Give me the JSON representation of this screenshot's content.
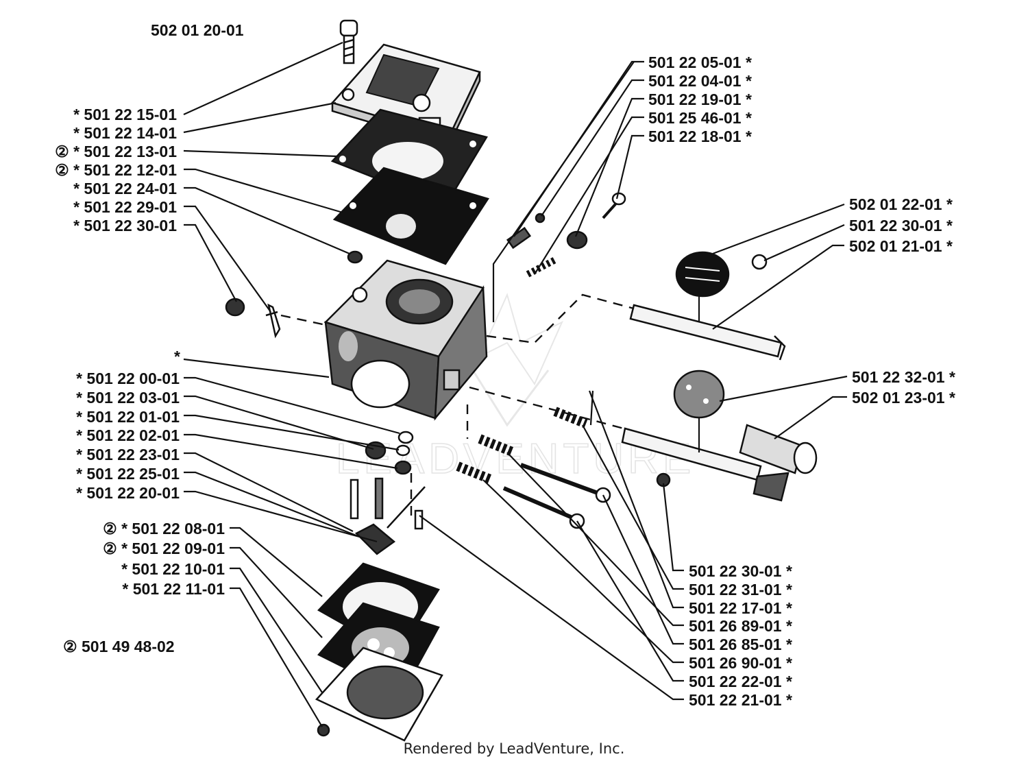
{
  "diagram": {
    "kit_top": "502 01 20-01",
    "kit_bottom": "② 501 49 48-02",
    "footer": "Rendered by LeadVenture, Inc.",
    "watermark": "LEADVENTURE",
    "left_labels": [
      "*  501 22 15-01",
      "*  501 22 14-01",
      "②  *  501 22 13-01",
      "②  *  501 22 12-01",
      "*  501 22 24-01",
      "*  501 22 29-01",
      "*  501 22 30-01"
    ],
    "body_star": "*",
    "left_mid_labels": [
      "*  501 22 00-01",
      "*  501 22 03-01",
      "*  501 22 01-01",
      "*  501 22 02-01",
      "*  501 22 23-01",
      "*  501 22 25-01",
      "*  501 22 20-01"
    ],
    "left_low_labels": [
      "②  *  501 22 08-01",
      "②  *  501 22 09-01",
      "*  501 22 10-01",
      "*  501 22 11-01"
    ],
    "right_top_labels": [
      "501 22 05-01  *",
      "501 22 04-01  *",
      "501 22 19-01  *",
      "501 25 46-01  *",
      "501 22 18-01  *"
    ],
    "right_mid_labels": [
      "502 01 22-01  *",
      "501 22 30-01  *",
      "502 01 21-01  *"
    ],
    "right_mid2_labels": [
      "501 22 32-01  *",
      "502 01 23-01  *"
    ],
    "right_bottom_labels": [
      "501 22 30-01  *",
      "501 22 31-01  *",
      "501 22 17-01  *",
      "501 26 89-01  *",
      "501 26 85-01  *",
      "501 26 90-01  *",
      "501 22 22-01  *",
      "501 22 21-01  *"
    ]
  }
}
